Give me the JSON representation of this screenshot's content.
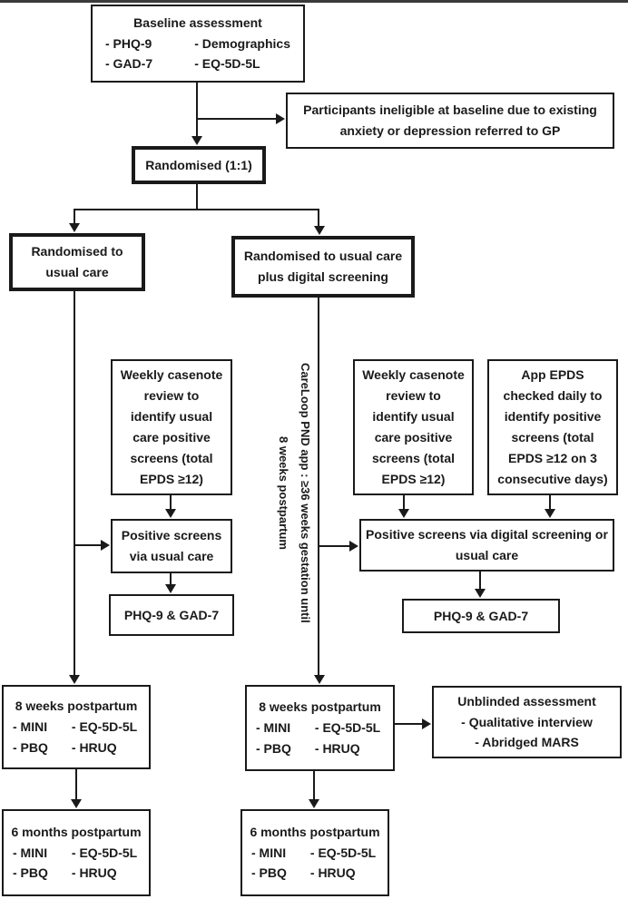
{
  "figure": {
    "background": "#ffffff",
    "line_color": "#1a1a1a"
  },
  "boxes": {
    "baseline": {
      "title": "Baseline assessment",
      "col1": [
        "- PHQ-9",
        "- GAD-7"
      ],
      "col2": [
        "- Demographics",
        "- EQ-5D-5L"
      ]
    },
    "ineligible": {
      "text": "Participants ineligible at baseline due to existing anxiety or depression referred to GP"
    },
    "randomised": {
      "label": "Randomised (1:1)"
    },
    "arm_usual": {
      "label": "Randomised to usual care"
    },
    "arm_digital": {
      "label": "Randomised to usual care plus digital screening"
    },
    "weekly_left": {
      "lines": [
        "Weekly casenote",
        "review to",
        "identify usual",
        "care positive",
        "screens (total",
        "EPDS ≥12)"
      ]
    },
    "weekly_mid": {
      "lines": [
        "Weekly casenote",
        "review to",
        "identify usual",
        "care positive",
        "screens (total",
        "EPDS ≥12)"
      ]
    },
    "app_epds": {
      "lines": [
        "App EPDS",
        "checked daily to",
        "identify positive",
        "screens (total",
        "EPDS ≥12 on 3",
        "consecutive days)"
      ]
    },
    "positive_left": {
      "text": "Positive screens via usual care"
    },
    "positive_right": {
      "text": "Positive screens via digital screening or usual care"
    },
    "phq_left": {
      "label": "PHQ-9 & GAD-7"
    },
    "phq_right": {
      "label": "PHQ-9 & GAD-7"
    },
    "wk8_left": {
      "title": "8 weeks postpartum",
      "col1": [
        "- MINI",
        "- PBQ"
      ],
      "col2": [
        "- EQ-5D-5L",
        "- HRUQ"
      ]
    },
    "wk8_right": {
      "title": "8 weeks postpartum",
      "col1": [
        "- MINI",
        "- PBQ"
      ],
      "col2": [
        "- EQ-5D-5L",
        "- HRUQ"
      ]
    },
    "unblinded": {
      "title": "Unblinded assessment",
      "items": [
        "- Qualitative interview",
        "- Abridged MARS"
      ]
    },
    "mo6_left": {
      "title": "6 months postpartum",
      "col1": [
        "- MINI",
        "- PBQ"
      ],
      "col2": [
        "- EQ-5D-5L",
        "- HRUQ"
      ]
    },
    "mo6_right": {
      "title": "6 months postpartum",
      "col1": [
        "- MINI",
        "- PBQ"
      ],
      "col2": [
        "- EQ-5D-5L",
        "- HRUQ"
      ]
    }
  },
  "vertical_label": {
    "line1": "CareLoop PND app : ≥36 weeks gestation until",
    "line2": "8 weeks postpartum"
  }
}
